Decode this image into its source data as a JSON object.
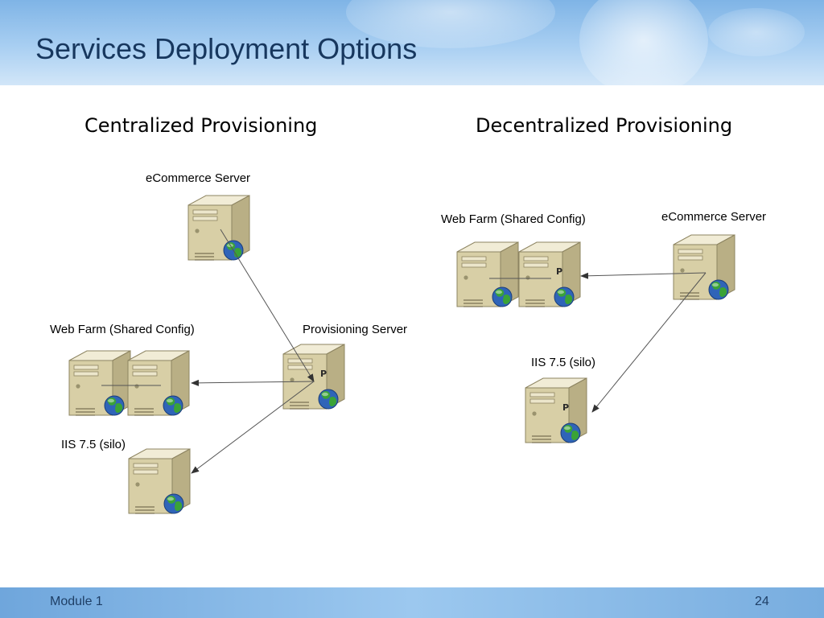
{
  "slide": {
    "title": "Services Deployment Options",
    "footer": {
      "module": "Module 1",
      "page": "24"
    }
  },
  "centralized": {
    "heading": "Centralized Provisioning",
    "ecommerce_label": "eCommerce Server",
    "webfarm_label": "Web Farm (Shared Config)",
    "provisioning_label": "Provisioning Server",
    "iis_label": "IIS 7.5 (silo)"
  },
  "decentralized": {
    "heading": "Decentralized Provisioning",
    "webfarm_label": "Web Farm (Shared Config)",
    "ecommerce_label": "eCommerce Server",
    "iis_label": "IIS 7.5 (silo)"
  },
  "icons": {
    "server": "server-tower-icon",
    "globe": "globe-icon",
    "provisioning_mark": "P"
  },
  "colors": {
    "title_text": "#17375e",
    "server_body": "#d8cfa6",
    "connector": "#555555"
  }
}
